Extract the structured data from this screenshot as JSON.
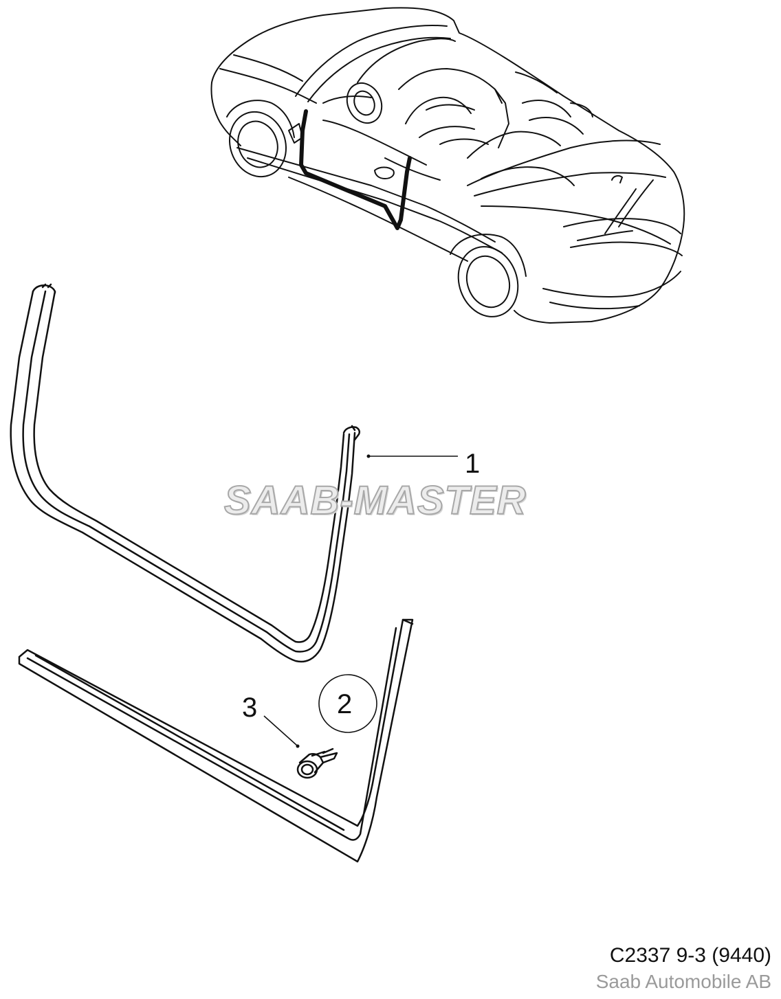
{
  "callouts": {
    "part_1": "1",
    "part_2": "2",
    "part_3": "3"
  },
  "watermark": "SAAB-MASTER",
  "footer": {
    "drawing_code": "C2337 9-3 (9440)",
    "copyright": "Saab Automobile AB"
  },
  "colors": {
    "line": "#111111",
    "watermark_fill": "#ececec",
    "watermark_outline": "#a8a8a8",
    "copyright_text": "#9a9a9a"
  }
}
